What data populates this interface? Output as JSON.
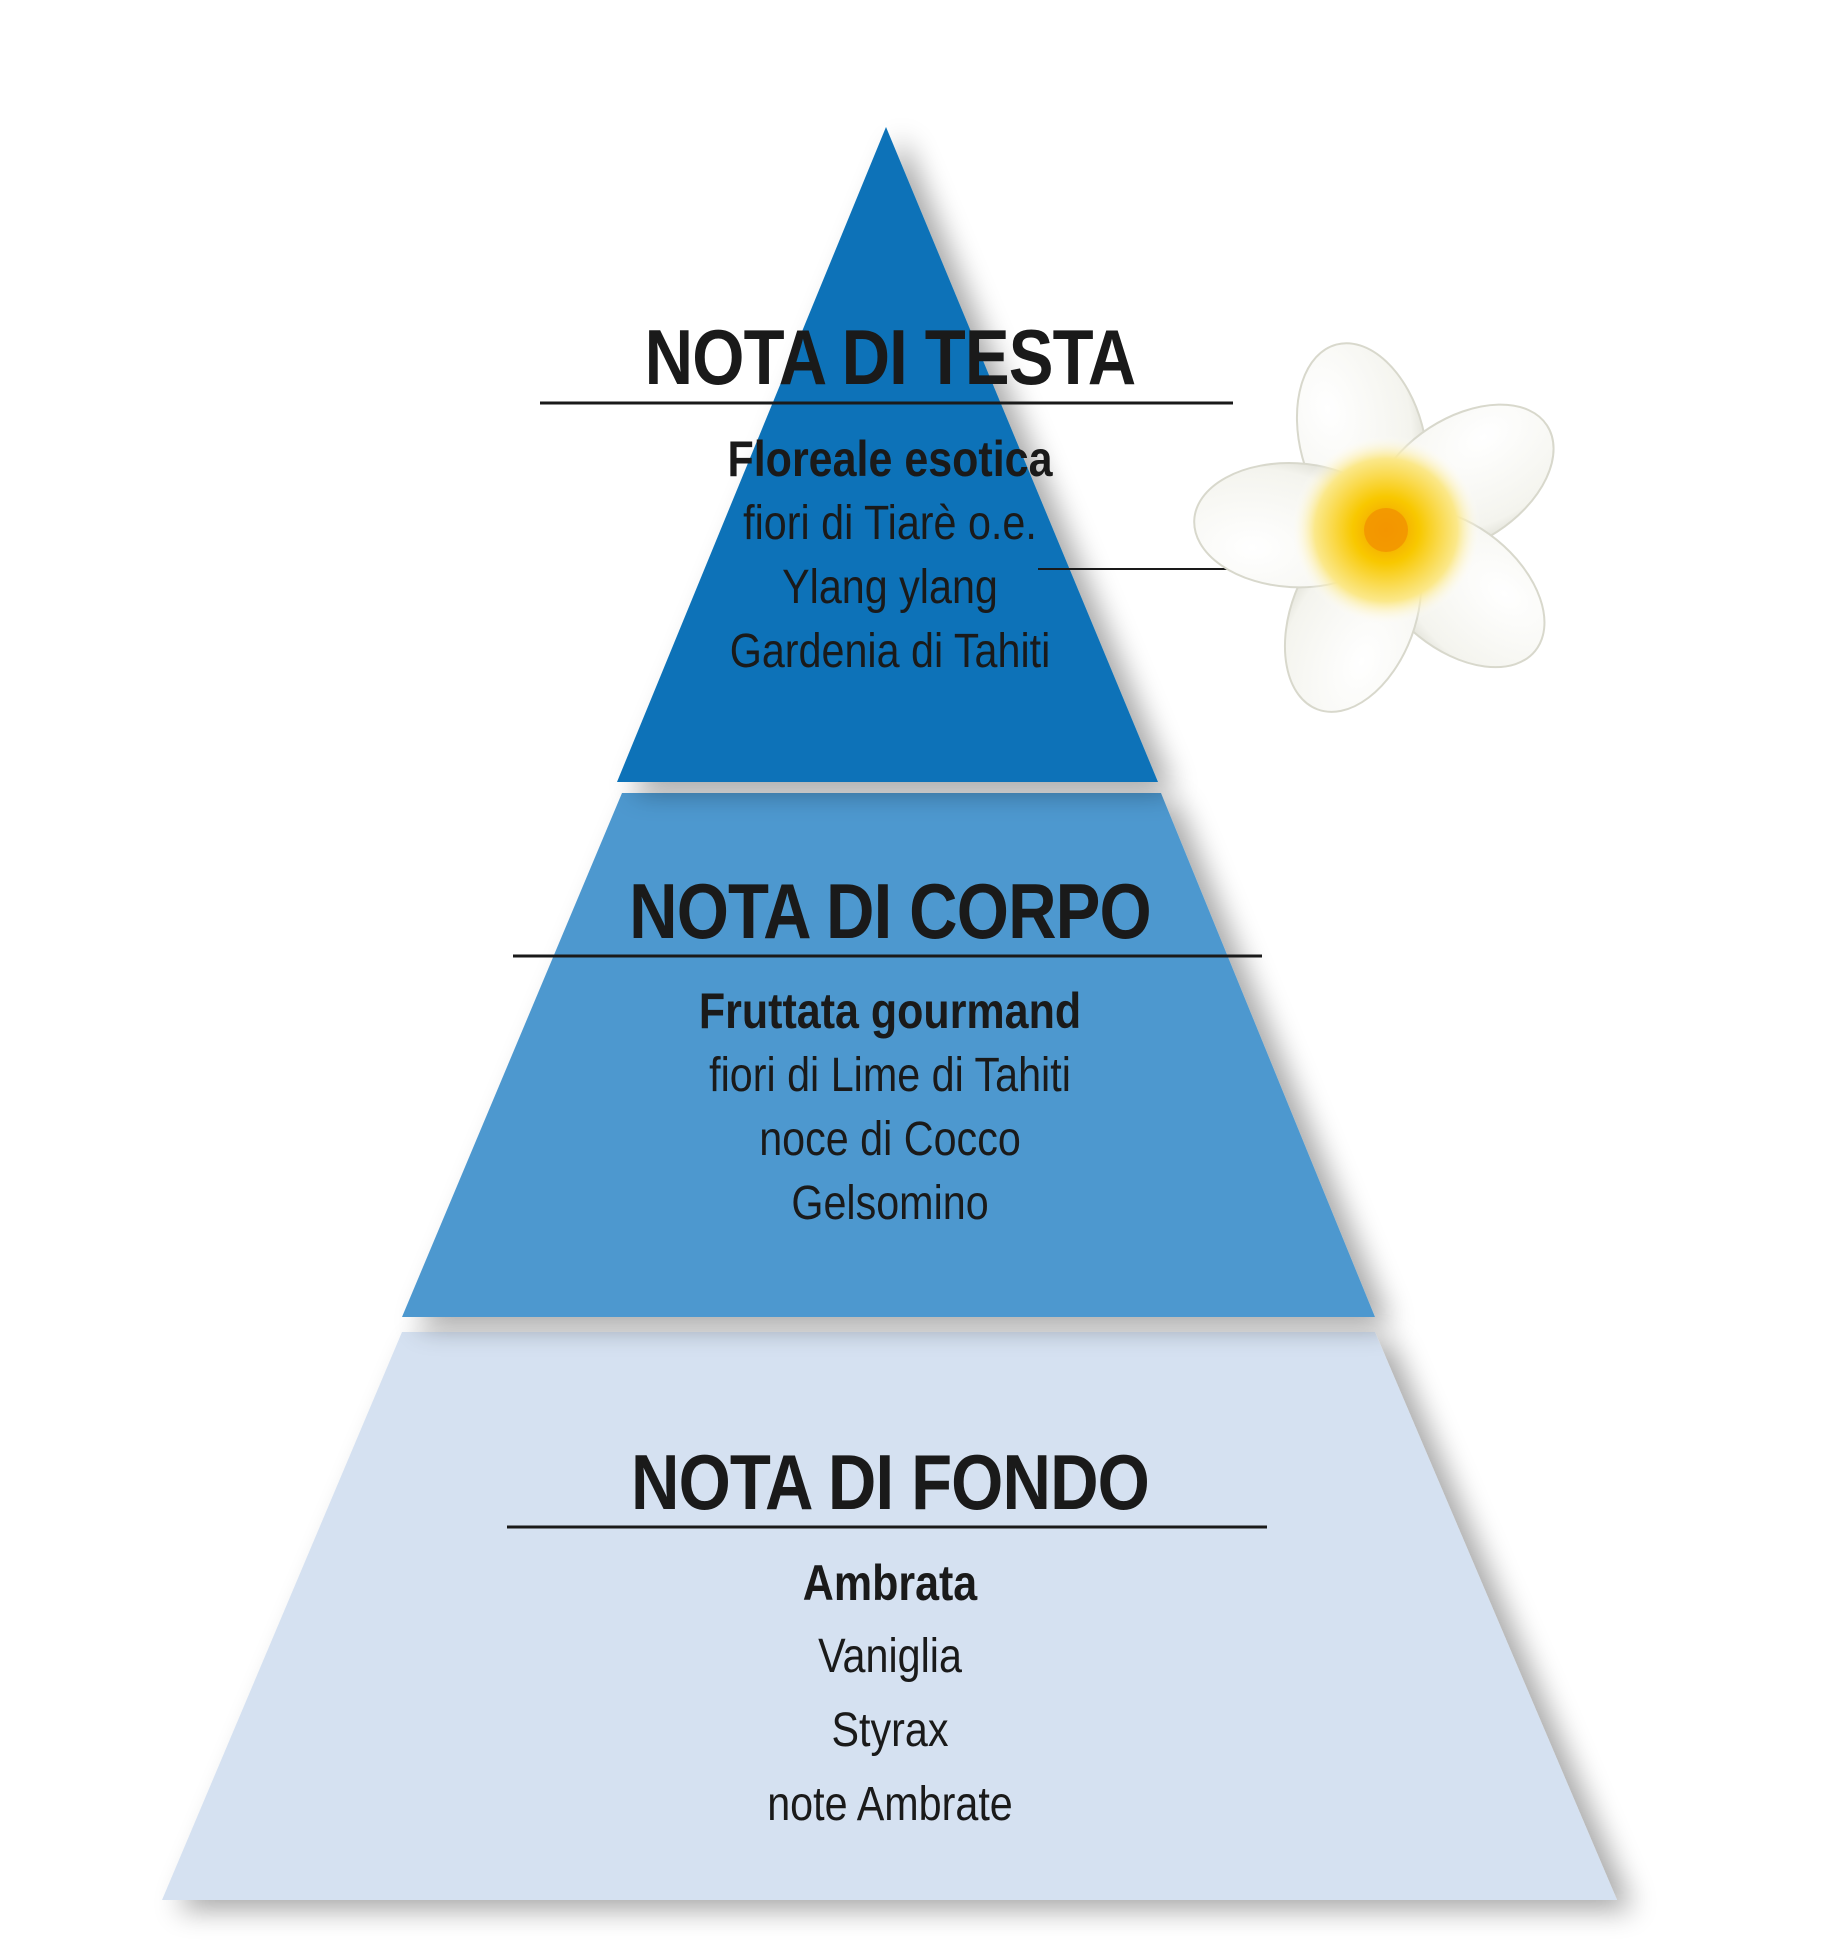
{
  "tiers": [
    {
      "title": "NOTA DI TESTA",
      "category": "Floreale esotica",
      "notes": [
        "fiori di Tiarè o.e.",
        "Ylang ylang",
        "Gardenia di Tahiti"
      ],
      "color": "#0872b8"
    },
    {
      "title": "NOTA DI CORPO",
      "category": "Fruttata gourmand",
      "notes": [
        "fiori di Lime di Tahiti",
        "noce di Cocco",
        "Gelsomino"
      ],
      "color": "#4d98cf"
    },
    {
      "title": "NOTA DI FONDO",
      "category": "Ambrata",
      "notes": [
        "Vaniglia",
        "Styrax",
        "note Ambrate"
      ],
      "color": "#d5e1f1"
    }
  ],
  "flower": {
    "icon": "frangipani-flower-icon",
    "petal_color": "#ffffff",
    "center_color": "#f6c400"
  }
}
